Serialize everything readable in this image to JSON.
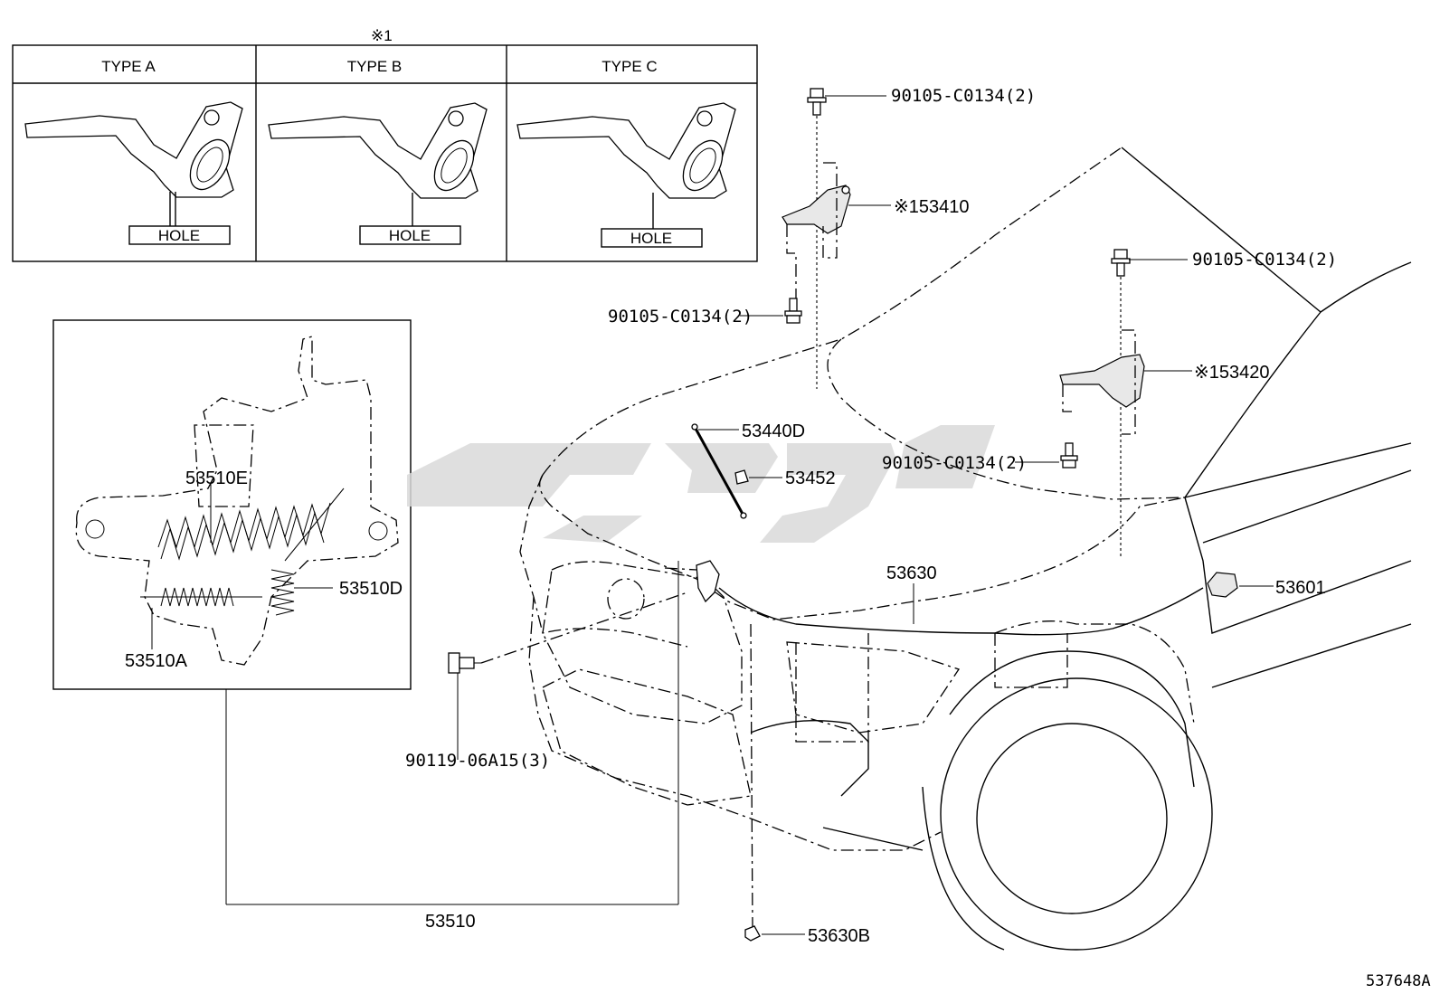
{
  "types_table": {
    "note_mark": "※1",
    "columns": [
      {
        "header": "TYPE A",
        "hole_label": "HOLE"
      },
      {
        "header": "TYPE B",
        "hole_label": "HOLE"
      },
      {
        "header": "TYPE C",
        "hole_label": "HOLE"
      }
    ]
  },
  "latch_detail": {
    "labels": {
      "spring_e": "53510E",
      "spring_d": "53510D",
      "spring_a": "53510A"
    }
  },
  "callouts": {
    "bolt_hinge_left_top": "90105-C0134(2)",
    "hinge_left": "※153410",
    "bolt_hinge_left_bottom": "90105-C0134(2)",
    "bolt_hinge_right_top": "90105-C0134(2)",
    "hinge_right": "※153420",
    "bolt_hinge_right_bottom": "90105-C0134(2)",
    "hood_stay": "53440D",
    "hood_stay_holder": "53452",
    "release_cable": "53630",
    "release_lever": "53601",
    "latch_bolt": "90119-06A15(3)",
    "latch_assy": "53510",
    "cable_clamp": "53630B"
  },
  "figure_id": "537648A"
}
